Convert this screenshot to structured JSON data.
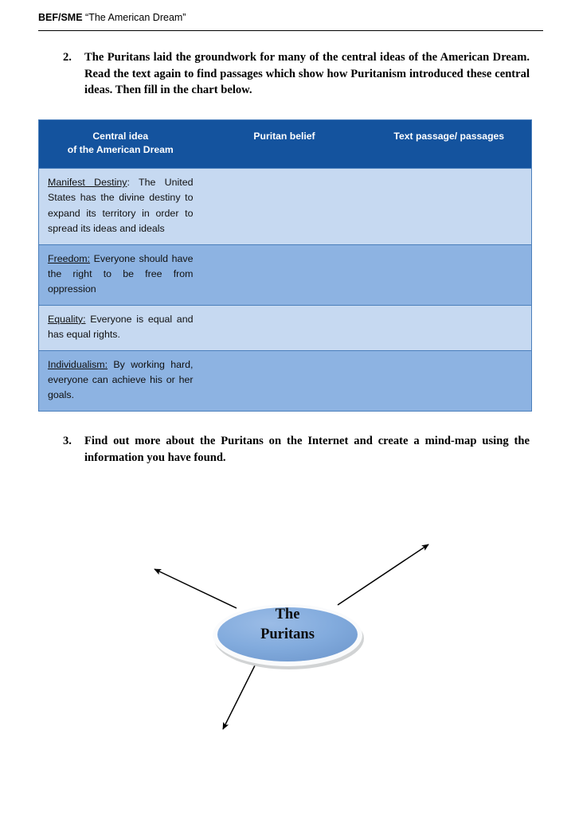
{
  "page": {
    "header": {
      "code": "BEF/SME",
      "title": "“The American Dream”"
    }
  },
  "tasks": [
    {
      "number": "2.",
      "text": "The Puritans laid the groundwork for many of the central ideas of the American Dream. Read the text again to find passages which show how Puritanism introduced these central ideas. Then fill in the chart below."
    },
    {
      "number": "3.",
      "text": "Find out more about the Puritans on the Internet and create a mind-map using the information you have found."
    }
  ],
  "chart_table": {
    "headers": {
      "col1_line1": "Central idea",
      "col1_line2": "of the American Dream",
      "col2": "Puritan belief",
      "col3": "Text passage/ passages"
    },
    "rows": [
      {
        "term": "Manifest Destiny",
        "term_suffix": ": ",
        "definition": "The United States has the divine destiny to expand its territory in order to spread its ideas and ideals",
        "puritan_belief": "",
        "text_passage": ""
      },
      {
        "term": "Freedom:",
        "term_suffix": " ",
        "definition": "Everyone should have the right to be free from oppression",
        "puritan_belief": "",
        "text_passage": ""
      },
      {
        "term": "Equality:",
        "term_suffix": " ",
        "definition": "Everyone is equal and has equal rights.",
        "puritan_belief": "",
        "text_passage": ""
      },
      {
        "term": "Individualism:",
        "term_suffix": " ",
        "definition": "By working hard, everyone can achieve his or her goals.",
        "puritan_belief": "",
        "text_passage": ""
      }
    ]
  },
  "mindmap": {
    "center_line1": "The",
    "center_line2": "Puritans"
  },
  "colors": {
    "table_header_blue": "#14539E",
    "row_light_blue": "#C6D9F1",
    "row_dark_blue": "#8DB3E2",
    "table_border_blue": "#4A7EBB",
    "ellipse_fill": "#7FA8DC",
    "arrow_black": "#000000"
  }
}
